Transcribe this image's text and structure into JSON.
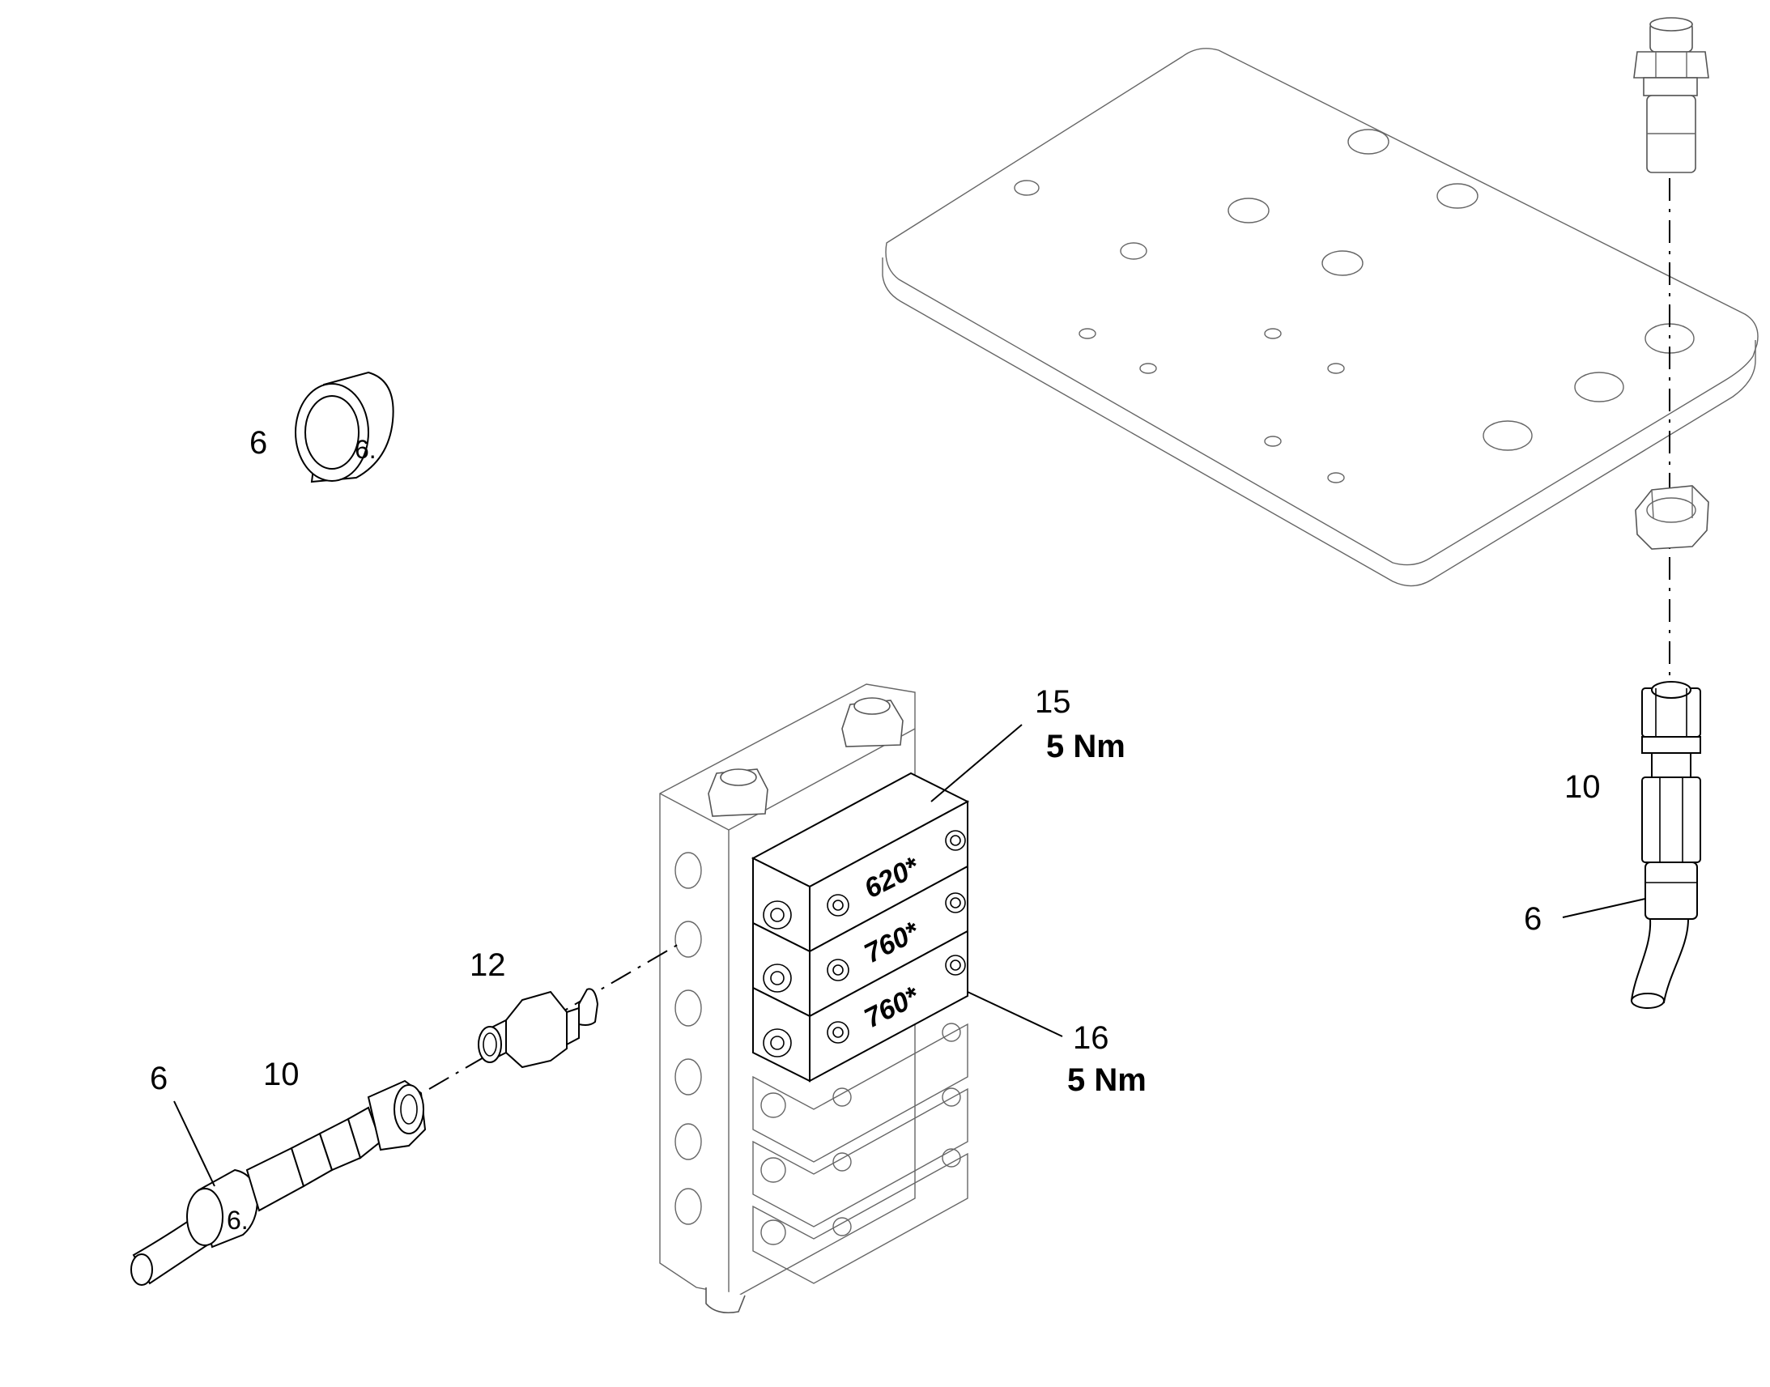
{
  "callouts": {
    "ring_top_left": "6",
    "hose_left_ring": "6",
    "hose_left_fitting": "10",
    "adapter": "12",
    "cover_top": "15",
    "cover_top_torque": "5 Nm",
    "cover_bottom": "16",
    "cover_bottom_torque": "5 Nm",
    "hose_right_fitting": "10",
    "hose_right_ring": "6"
  },
  "block_labels": [
    "620*",
    "760*",
    "760*"
  ],
  "ring_stamp": "6."
}
